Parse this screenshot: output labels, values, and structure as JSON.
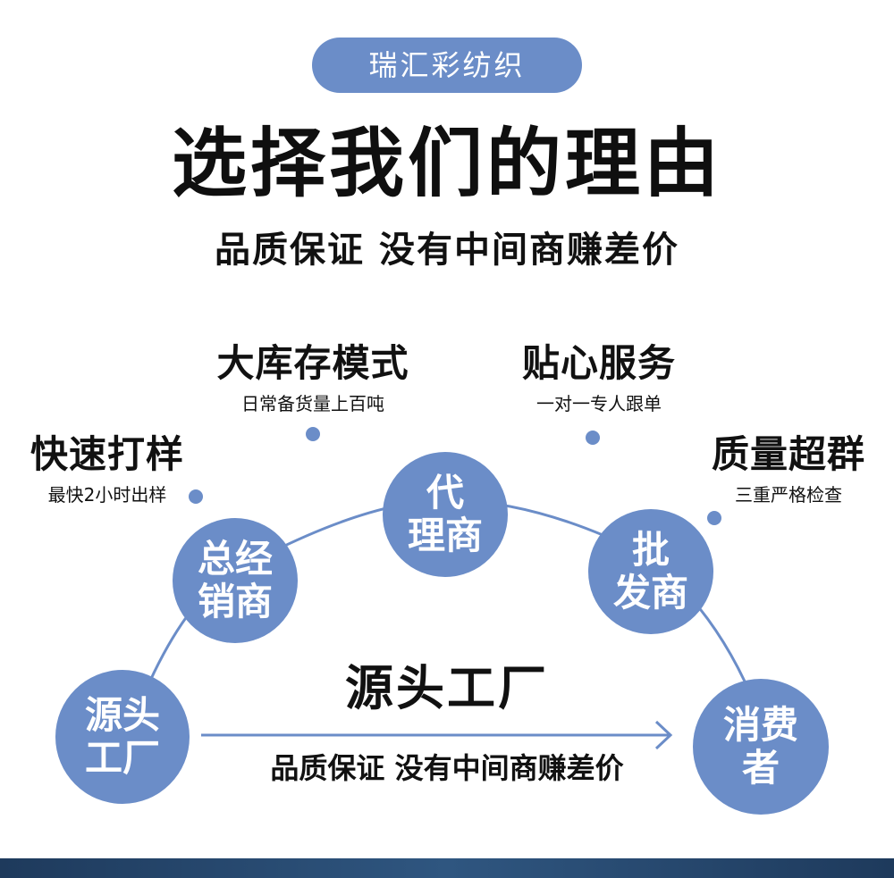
{
  "badge": "瑞汇彩纺织",
  "title": "选择我们的理由",
  "subtitle": "品质保证 没有中间商赚差价",
  "features": {
    "stock": {
      "title": "大库存模式",
      "desc": "日常备货量上百吨"
    },
    "service": {
      "title": "贴心服务",
      "desc": "一对一专人跟单"
    },
    "sample": {
      "title": "快速打样",
      "desc": "最快2小时出样"
    },
    "quality": {
      "title": "质量超群",
      "desc": "三重严格检查"
    }
  },
  "nodes": {
    "factory": [
      "源头",
      "工厂"
    ],
    "distributor": [
      "总经",
      "销商"
    ],
    "agent": [
      "代",
      "理商"
    ],
    "wholesaler": [
      "批",
      "发商"
    ],
    "consumer": [
      "消费",
      "者"
    ]
  },
  "flow": {
    "title": "源头工厂",
    "subtitle": "品质保证 没有中间商赚差价"
  },
  "colors": {
    "accent": "#6b8dc8",
    "bottom_bar": "#2f5680"
  }
}
